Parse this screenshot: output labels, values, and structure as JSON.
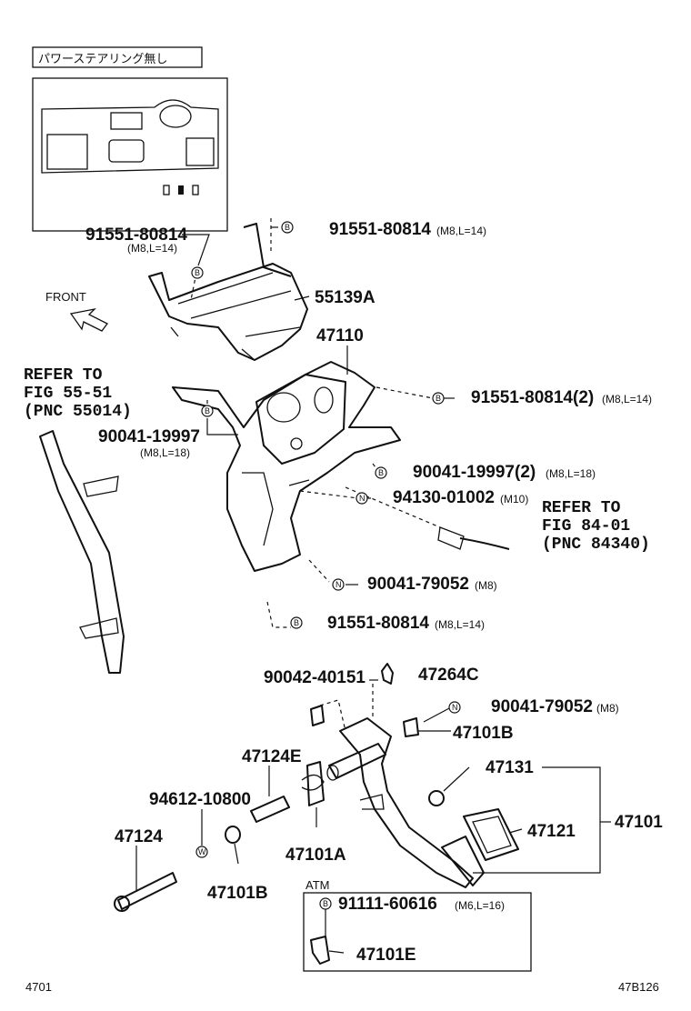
{
  "inset": {
    "title": "パワーステアリング無し"
  },
  "front_label": "FRONT",
  "refs": {
    "ref1": [
      "REFER TO",
      "FIG 55-51",
      "(PNC 55014)"
    ],
    "ref2": [
      "REFER TO",
      "FIG 84-01",
      "(PNC 84340)"
    ]
  },
  "symbols": {
    "b": "B",
    "n": "N",
    "w": "W"
  },
  "parts": {
    "p1_no": "91551-80814",
    "p1_spec": "(M8,L=14)",
    "p2_no": "91551-80814",
    "p2_spec": "(M8,L=14)",
    "p3_no": "55139A",
    "p4_no": "47110",
    "p5_no": "91551-80814(2)",
    "p5_spec": "(M8,L=14)",
    "p6_no": "90041-19997",
    "p6_spec": "(M8,L=18)",
    "p7_no": "90041-19997(2)",
    "p7_spec": "(M8,L=18)",
    "p8_no": "94130-01002",
    "p8_spec": "(M10)",
    "p9_no": "90041-79052",
    "p9_spec": "(M8)",
    "p10_no": "91551-80814",
    "p10_spec": "(M8,L=14)",
    "p11_no": "90042-40151",
    "p12_no": "47264C",
    "p13_no": "90041-79052",
    "p13_spec": "(M8)",
    "p14_no": "47101B",
    "p15_no": "47124E",
    "p16_no": "47131",
    "p17_no": "94612-10800",
    "p18_no": "47121",
    "p19_no": "47101",
    "p20_no": "47124",
    "p21_no": "47101A",
    "p22_no": "47101B",
    "p23_no": "91111-60616",
    "p23_spec": "(M6,L=16)",
    "p24_no": "47101E"
  },
  "atm_label": "ATM",
  "footer": {
    "left": "4701",
    "right": "47B126"
  }
}
